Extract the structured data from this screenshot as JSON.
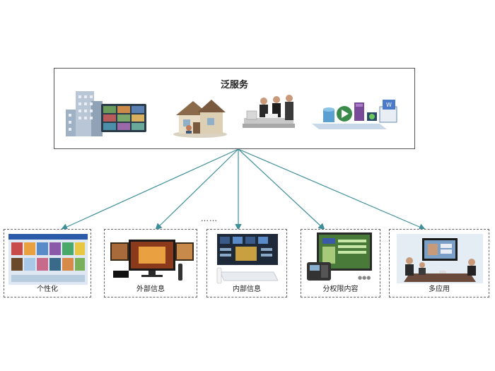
{
  "top": {
    "title": "泛服务"
  },
  "ellipsis": "……",
  "nodes": [
    {
      "label": "个性化"
    },
    {
      "label": "外部信息"
    },
    {
      "label": "内部信息"
    },
    {
      "label": "分权限内容"
    },
    {
      "label": "多应用"
    }
  ],
  "icons": {
    "top_left": "city-buildings-illustration",
    "top_center_left": "family-home-illustration",
    "top_center_right": "business-meeting-illustration",
    "top_right": "media-files-illustration"
  },
  "colors": {
    "arrow": "#3f8f9a",
    "border": "#555555"
  }
}
